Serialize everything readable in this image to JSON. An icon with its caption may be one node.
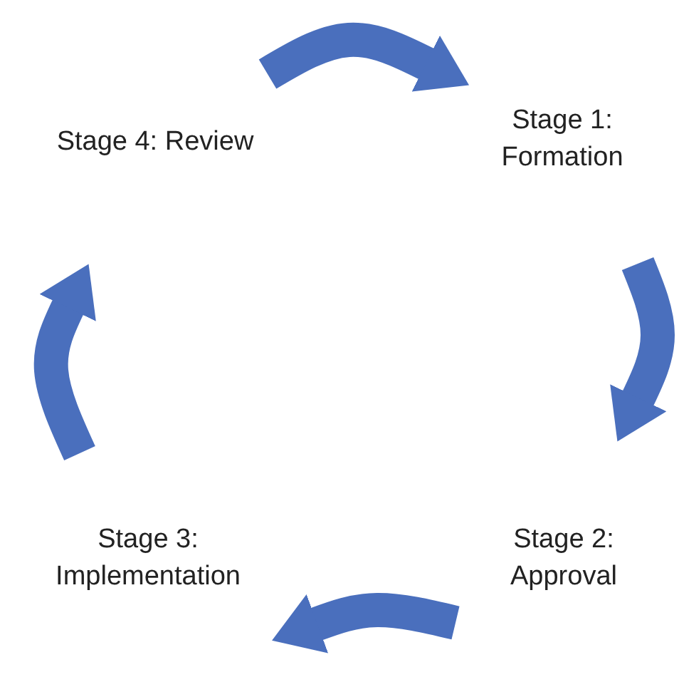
{
  "diagram": {
    "nodes": [
      {
        "text": [
          "Stage 1: Formation"
        ]
      },
      {
        "text": [
          "Stage 2: Approval"
        ]
      },
      {
        "text": [
          "Stage 3: Implementation"
        ]
      },
      {
        "text": [
          "Stage 4: Review"
        ]
      }
    ],
    "edges": [
      {
        "from": 3,
        "to": 0,
        "arrow": "to"
      },
      {
        "from": 0,
        "to": 1,
        "arrow": "to"
      },
      {
        "from": 1,
        "to": 2,
        "arrow": "to"
      },
      {
        "from": 2,
        "to": 3,
        "arrow": "to"
      }
    ]
  }
}
